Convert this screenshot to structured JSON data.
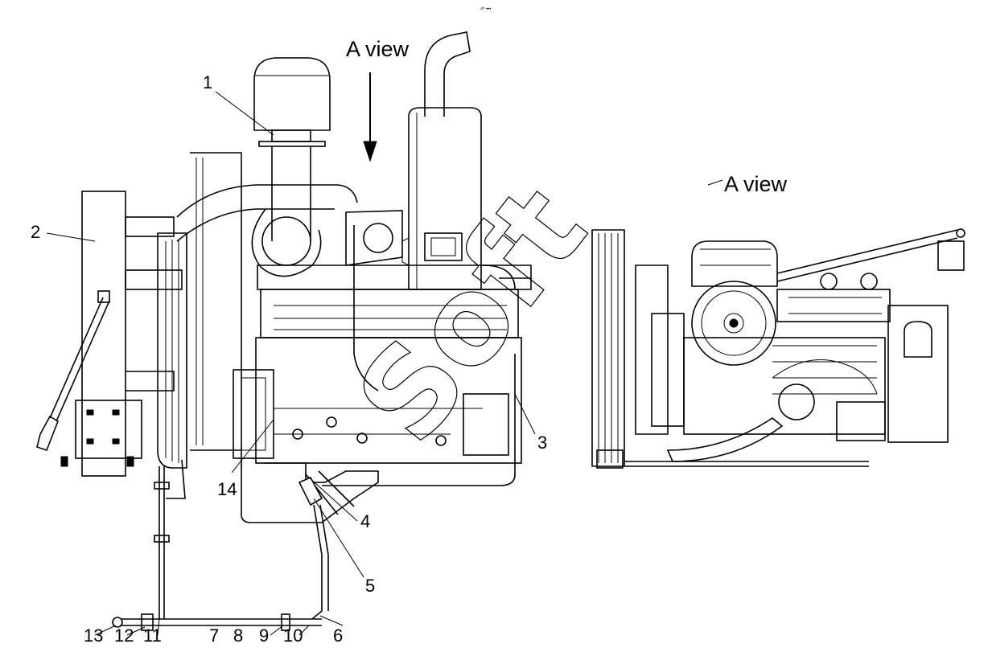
{
  "header": {
    "small_text": "₫ʰ •••"
  },
  "views": {
    "left_title": "A  view",
    "right_title": "A  view"
  },
  "watermark": {
    "text": "Soft"
  },
  "callouts": {
    "c1": "1",
    "c2": "2",
    "c3": "3",
    "c4": "4",
    "c5": "5",
    "c6": "6",
    "c7": "7",
    "c8": "8",
    "c9": "9",
    "c10": "10",
    "c11": "11",
    "c12": "12",
    "c13": "13",
    "c14": "14"
  }
}
